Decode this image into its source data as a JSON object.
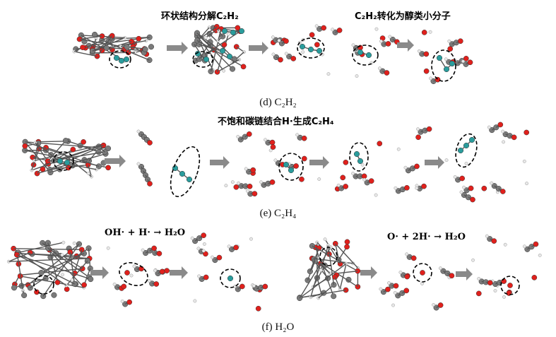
{
  "colors": {
    "carbon": "#7a7a7a",
    "oxygen": "#e0201c",
    "hydrogen": "#e8e8e8",
    "highlight": "#2a9c9c",
    "arrow": "#8a8a8a"
  },
  "panel_d": {
    "caption": "(d) C₂H₂",
    "annotations": [
      "环状结构分解C₂H₂",
      "C₂H₂转化为醇类小分子"
    ]
  },
  "panel_e": {
    "caption": "(e) C₂H₄",
    "annotations": [
      "不饱和碳链结合H·生成C₂H₄"
    ]
  },
  "panel_f": {
    "caption": "(f) H₂O",
    "annotations": [
      "OH· + H· → H₂O",
      "O· + 2H· → H₂O"
    ]
  }
}
